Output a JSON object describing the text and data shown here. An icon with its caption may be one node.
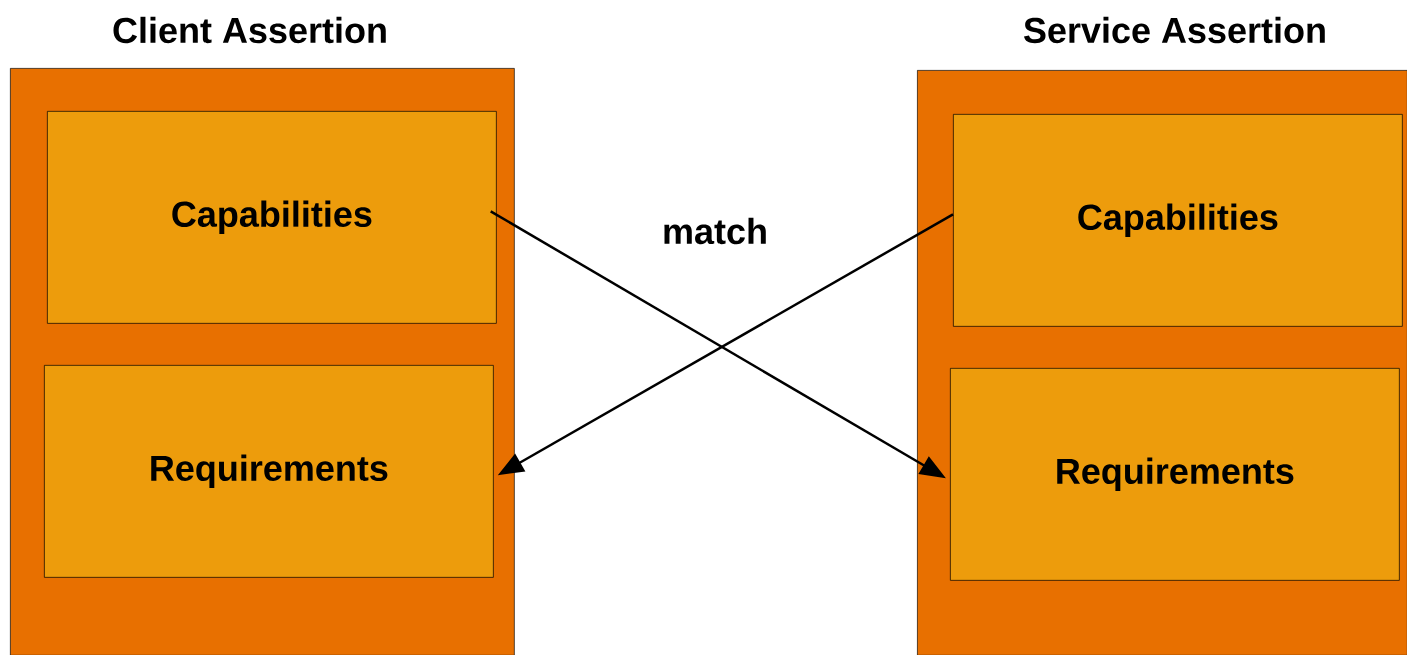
{
  "diagram": {
    "nodes": [
      {
        "text": [
          "Client Assertion"
        ]
      },
      {
        "text": [
          "Capabilities"
        ],
        "in": 0
      },
      {
        "text": [
          "Requirements"
        ],
        "in": 0
      },
      {
        "text": [
          "Service Assertion"
        ]
      },
      {
        "text": [
          "Capabilities"
        ],
        "in": 3
      },
      {
        "text": [
          "Requirements"
        ],
        "in": 3
      }
    ],
    "edges": [
      {
        "from": 1,
        "to": 5,
        "arrow": "to"
      },
      {
        "from": 4,
        "to": 2,
        "arrow": "to"
      }
    ],
    "labels": [
      "match"
    ]
  }
}
